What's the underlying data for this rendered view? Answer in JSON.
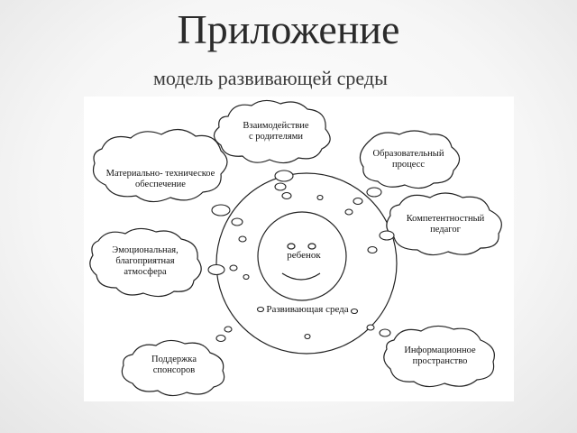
{
  "header": {
    "title": "Приложение",
    "subtitle": "модель развивающей среды"
  },
  "diagram": {
    "center_label": "ребенок",
    "environment_label": "Развивающая среда",
    "clouds": {
      "parents": [
        "Взаимодействие",
        "с родителями"
      ],
      "material": [
        "Материально- техническое",
        "обеспечение"
      ],
      "education": [
        "Образовательный",
        "процесс"
      ],
      "competent": [
        "Компетентностный",
        "педагог"
      ],
      "emotional": [
        "Эмоциональная,",
        "благоприятная",
        "атмосфера"
      ],
      "sponsors": [
        "Поддержка",
        "спонсоров"
      ],
      "info": [
        "Информационное",
        "пространство"
      ]
    }
  }
}
